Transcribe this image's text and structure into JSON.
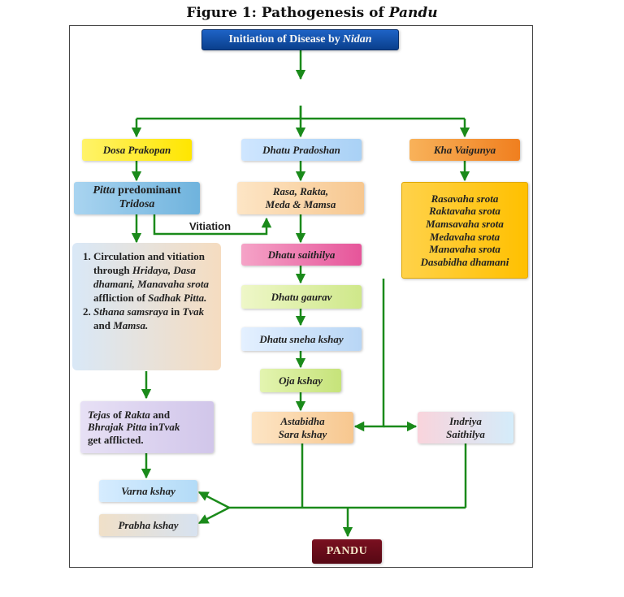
{
  "figure_title": {
    "prefix": "Figure 1: Pathogenesis of ",
    "emph": "Pandu"
  },
  "top": {
    "prefix": "Initiation of Disease by ",
    "emph": "Nidan"
  },
  "dosa_prakopan": "Dosa Prakopan",
  "dhatu_pradoshan": "Dhatu Pradoshan",
  "kha_vaigunya": "Kha Vaigunya",
  "pitta_box": {
    "emph": "Pitta",
    "rest": " predominant",
    "line2": "Tridosa"
  },
  "rasa_box": {
    "line1": "Rasa, Rakta,",
    "line2": "Meda & Mamsa"
  },
  "srota_list": [
    "Rasavaha srota",
    "Raktavaha srota",
    "Mamsavaha srota",
    "Medavaha srota",
    "Manavaha srota",
    "Dasabidha dhamani"
  ],
  "vitiation_label": "Vitiation",
  "circulation": {
    "item1": {
      "a": "Circulation and vitiation through ",
      "b": "Hridaya, Dasa dhamani, Manavaha srota",
      "c": " affliction of ",
      "d": "Sadhak Pitta."
    },
    "item2": {
      "a": "Sthana samsraya",
      "b": " in ",
      "c": "Tvak",
      "d": " and ",
      "e": "Mamsa."
    }
  },
  "dhatu_chain": [
    "Dhatu saithilya",
    "Dhatu gaurav",
    "Dhatu sneha kshay",
    "Oja kshay"
  ],
  "astabidha": {
    "line1": "Astabidha",
    "line2": "Sara kshay"
  },
  "indriya": {
    "line1": "Indriya",
    "line2": "Saithilya"
  },
  "tejas": {
    "a": "Tejas",
    "b": " of ",
    "c": "Rakta",
    "d": " and",
    "e": "Bhrajak Pitta",
    "f": " in",
    "g": "Tvak",
    "h": "get afflicted."
  },
  "varna": "Varna kshay",
  "prabha": "Prabha kshay",
  "pandu": "PANDU",
  "colors": {
    "arrow": "#1a8a1a",
    "top_box": "#0a3f8c",
    "pandu_box": "#6a0c1c"
  }
}
